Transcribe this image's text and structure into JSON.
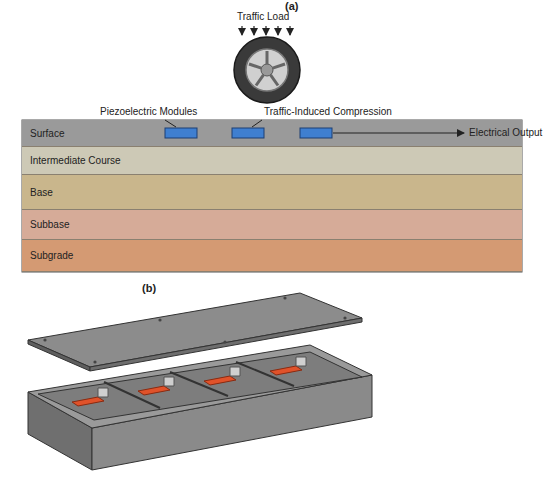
{
  "diagram": {
    "nodes": [
      {
        "text": [
          "Surface"
        ]
      },
      {
        "text": [
          "Intermediate Course"
        ]
      },
      {
        "text": [
          "Base"
        ]
      },
      {
        "text": [
          "Subbase"
        ]
      },
      {
        "text": [
          "Subgrade"
        ]
      }
    ],
    "labels": [
      "(a)",
      "Traffic Load",
      "Piezoelectric Modules",
      "Traffic-Induced Compression",
      "Electrical Output",
      "(b)"
    ]
  }
}
